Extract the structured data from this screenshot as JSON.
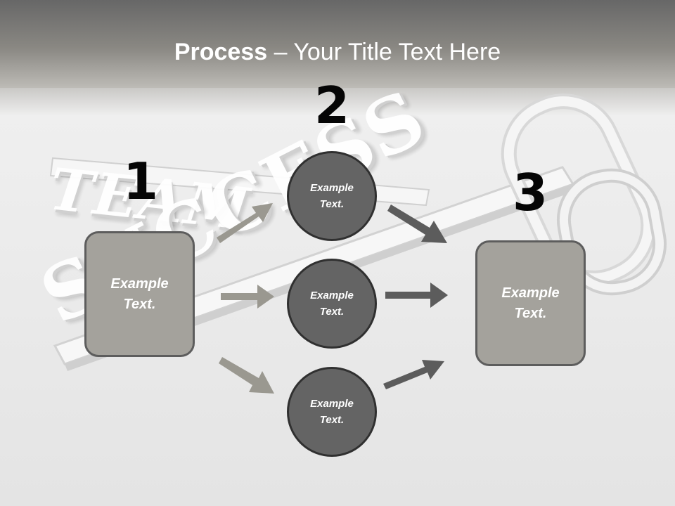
{
  "title": {
    "bold": "Process",
    "rest": " – Your Title Text Here"
  },
  "background": {
    "word_top": "TEAM",
    "word_bottom": "SUCCESS"
  },
  "steps": {
    "one": "1",
    "two": "2",
    "three": "3"
  },
  "boxes": {
    "left": "Example\nText.",
    "right": "Example\nText."
  },
  "circles": {
    "top": "Example\nText.",
    "middle": "Example\nText.",
    "bottom": "Example\nText."
  },
  "colors": {
    "box_fill": "#a4a29c",
    "circle_fill": "#646464",
    "arrow_light": "#9a9890",
    "arrow_dark": "#5c5c5c"
  }
}
